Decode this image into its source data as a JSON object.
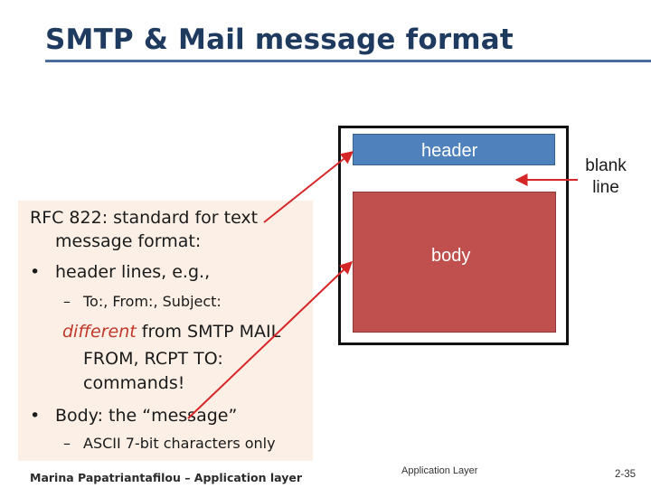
{
  "title": "SMTP & Mail message format",
  "text": {
    "line1": "RFC 822: standard for text",
    "line2": "message format:",
    "line3_bullet": "•",
    "line3": "header lines, e.g.,",
    "line4_dash": "–",
    "line4": "To:, From:, Subject:",
    "line5_em": "different",
    "line5_rest": " from SMTP MAIL",
    "line6": "FROM, RCPT TO:",
    "line7": "commands!",
    "line8_bullet": "•",
    "line8": "Body: the “message”",
    "line9_dash": "–",
    "line9": "ASCII 7-bit characters only"
  },
  "diagram": {
    "header_label": "header",
    "body_label": "body",
    "blank_line_1": "blank",
    "blank_line_2": "line",
    "header_color": "#4f81bd",
    "body_color": "#c0504d",
    "arrow_color": "#d62728"
  },
  "footer": {
    "left": "Marina Papatriantafilou – Application layer",
    "center": "Application Layer",
    "right": "2-35"
  }
}
